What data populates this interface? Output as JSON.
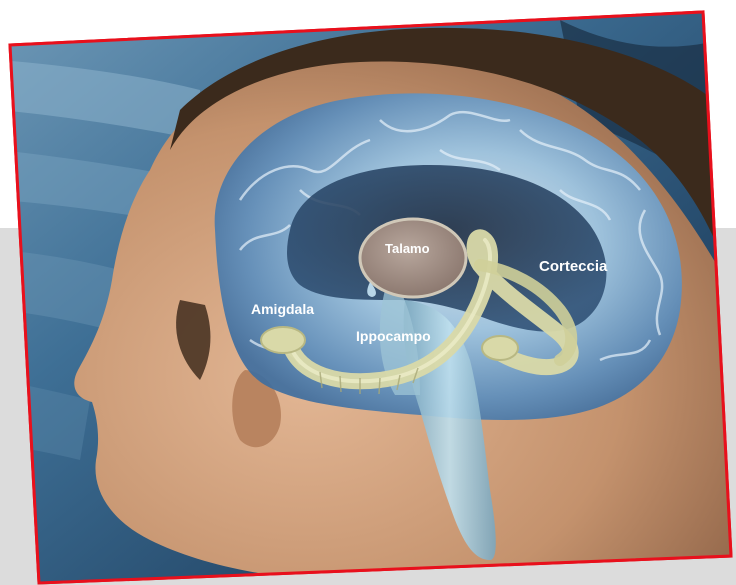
{
  "labels": {
    "talamo": "Talamo",
    "corteccia": "Corteccia",
    "amigdala": "Amigdala",
    "ippocampo": "Ippocampo"
  },
  "colors": {
    "frame_border": "#e8101c",
    "background_band": "#dcdcdc",
    "water": "#2f5f86",
    "skin": "#c99b7a",
    "hair": "#3b2a1c",
    "brain_glow": "#9cc7e6",
    "thalamus": "#a08f86",
    "limbic_arc": "#d9d9a8",
    "brainstem": "#9ec4d6"
  }
}
